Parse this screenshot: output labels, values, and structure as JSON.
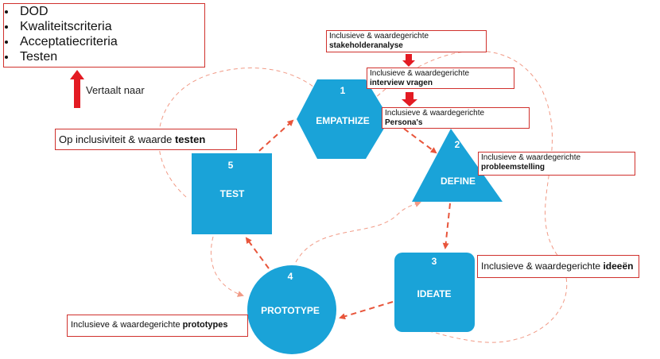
{
  "list": {
    "items": [
      "DOD",
      "Kwaliteitscriteria",
      "Acceptatiecriteria",
      "Testen"
    ]
  },
  "translates_label": "Vertaalt naar",
  "phases": [
    {
      "number": "1",
      "label": "EMPATHIZE",
      "shape": "hexagon"
    },
    {
      "number": "2",
      "label": "DEFINE",
      "shape": "triangle"
    },
    {
      "number": "3",
      "label": "IDEATE",
      "shape": "rounded-square"
    },
    {
      "number": "4",
      "label": "PROTOTYPE",
      "shape": "circle"
    },
    {
      "number": "5",
      "label": "TEST",
      "shape": "square"
    }
  ],
  "notes": {
    "stakeholder": {
      "prefix": "Inclusieve & waardegerichte",
      "bold": "stakeholderanalyse"
    },
    "interview": {
      "prefix": "Inclusieve & waardegerichte",
      "bold": "interview vragen"
    },
    "personas": {
      "prefix": "Inclusieve & waardegerichte",
      "bold": "Persona's"
    },
    "probleem": {
      "prefix": "Inclusieve & waardegerichte",
      "bold": "probleemstelling"
    },
    "ideeen": {
      "prefix": "Inclusieve & waardegerichte",
      "bold": "ideeën"
    },
    "prototypes": {
      "prefix": "Inclusieve & waardegerichte",
      "bold": "prototypes"
    },
    "testen": {
      "prefix": "Op inclusiviteit & waarde",
      "bold": "testen"
    }
  },
  "colors": {
    "shape_fill": "#1aa3d8",
    "accent_red": "#e31b23",
    "dashed_line": "#e8553b",
    "box_border": "#d0312d"
  }
}
